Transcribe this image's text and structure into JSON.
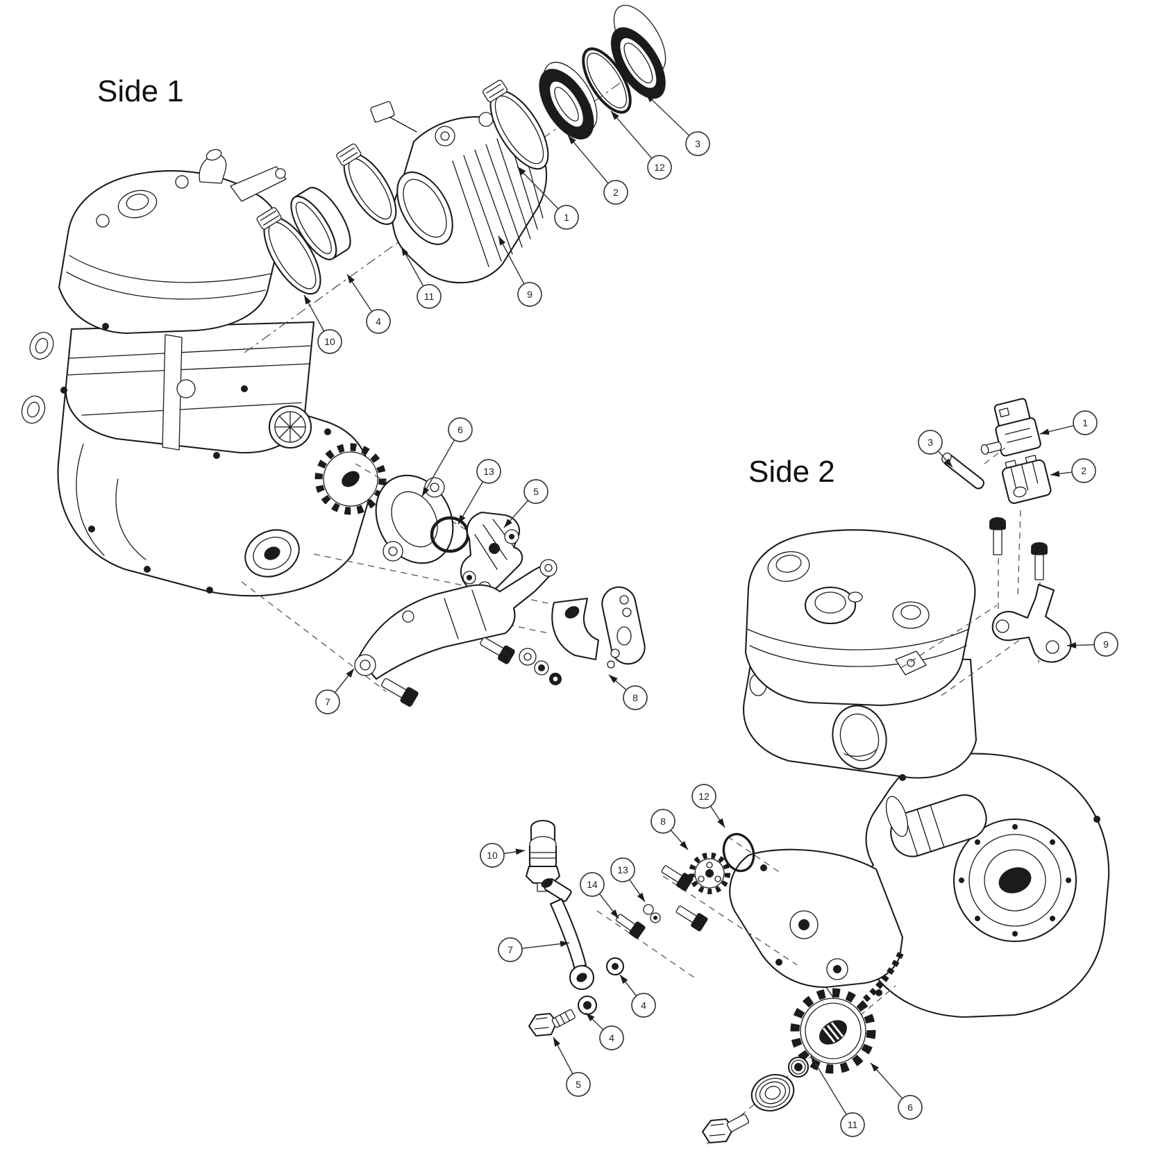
{
  "labels": {
    "side1": "Side 1",
    "side2": "Side 2"
  },
  "side1_callouts": [
    "1",
    "2",
    "12",
    "3",
    "10",
    "4",
    "11",
    "9",
    "6",
    "13",
    "5",
    "7",
    "8"
  ],
  "side2_callouts": [
    "1",
    "2",
    "3",
    "9",
    "12",
    "8",
    "13",
    "14",
    "10",
    "7",
    "4",
    "4",
    "5",
    "11",
    "6"
  ],
  "style": {
    "ink": "#1b1b1b",
    "background": "#ffffff",
    "leader": "#3a3a3a"
  }
}
